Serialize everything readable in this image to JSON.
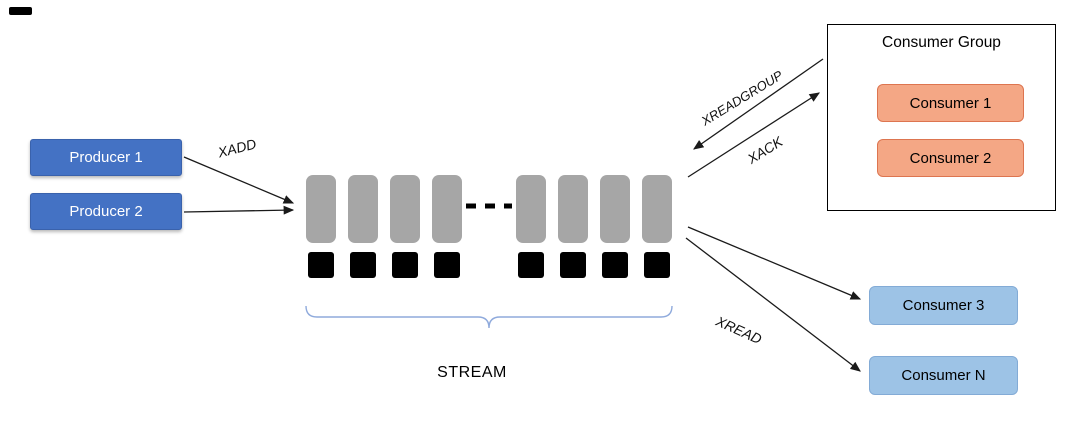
{
  "diagram": {
    "producers": [
      {
        "label": "Producer 1"
      },
      {
        "label": "Producer 2"
      }
    ],
    "stream": {
      "label": "STREAM",
      "segment_count": 8
    },
    "consumer_group": {
      "title": "Consumer Group",
      "consumers": [
        {
          "label": "Consumer 1"
        },
        {
          "label": "Consumer 2"
        }
      ]
    },
    "standalone_consumers": [
      {
        "label": "Consumer 3"
      },
      {
        "label": "Consumer N"
      }
    ],
    "edges": {
      "xadd": "XADD",
      "xreadgroup": "XREADGROUP",
      "xack": "XACK",
      "xread": "XREAD"
    },
    "colors": {
      "producer_fill": "#4472C4",
      "stream_fill": "#A6A6A6",
      "entry_fill": "#000000",
      "group_consumer_fill": "#F4A785",
      "group_consumer_border": "#DD7550",
      "consumer_fill": "#9DC3E6",
      "brace_color": "#8FAADC"
    }
  }
}
